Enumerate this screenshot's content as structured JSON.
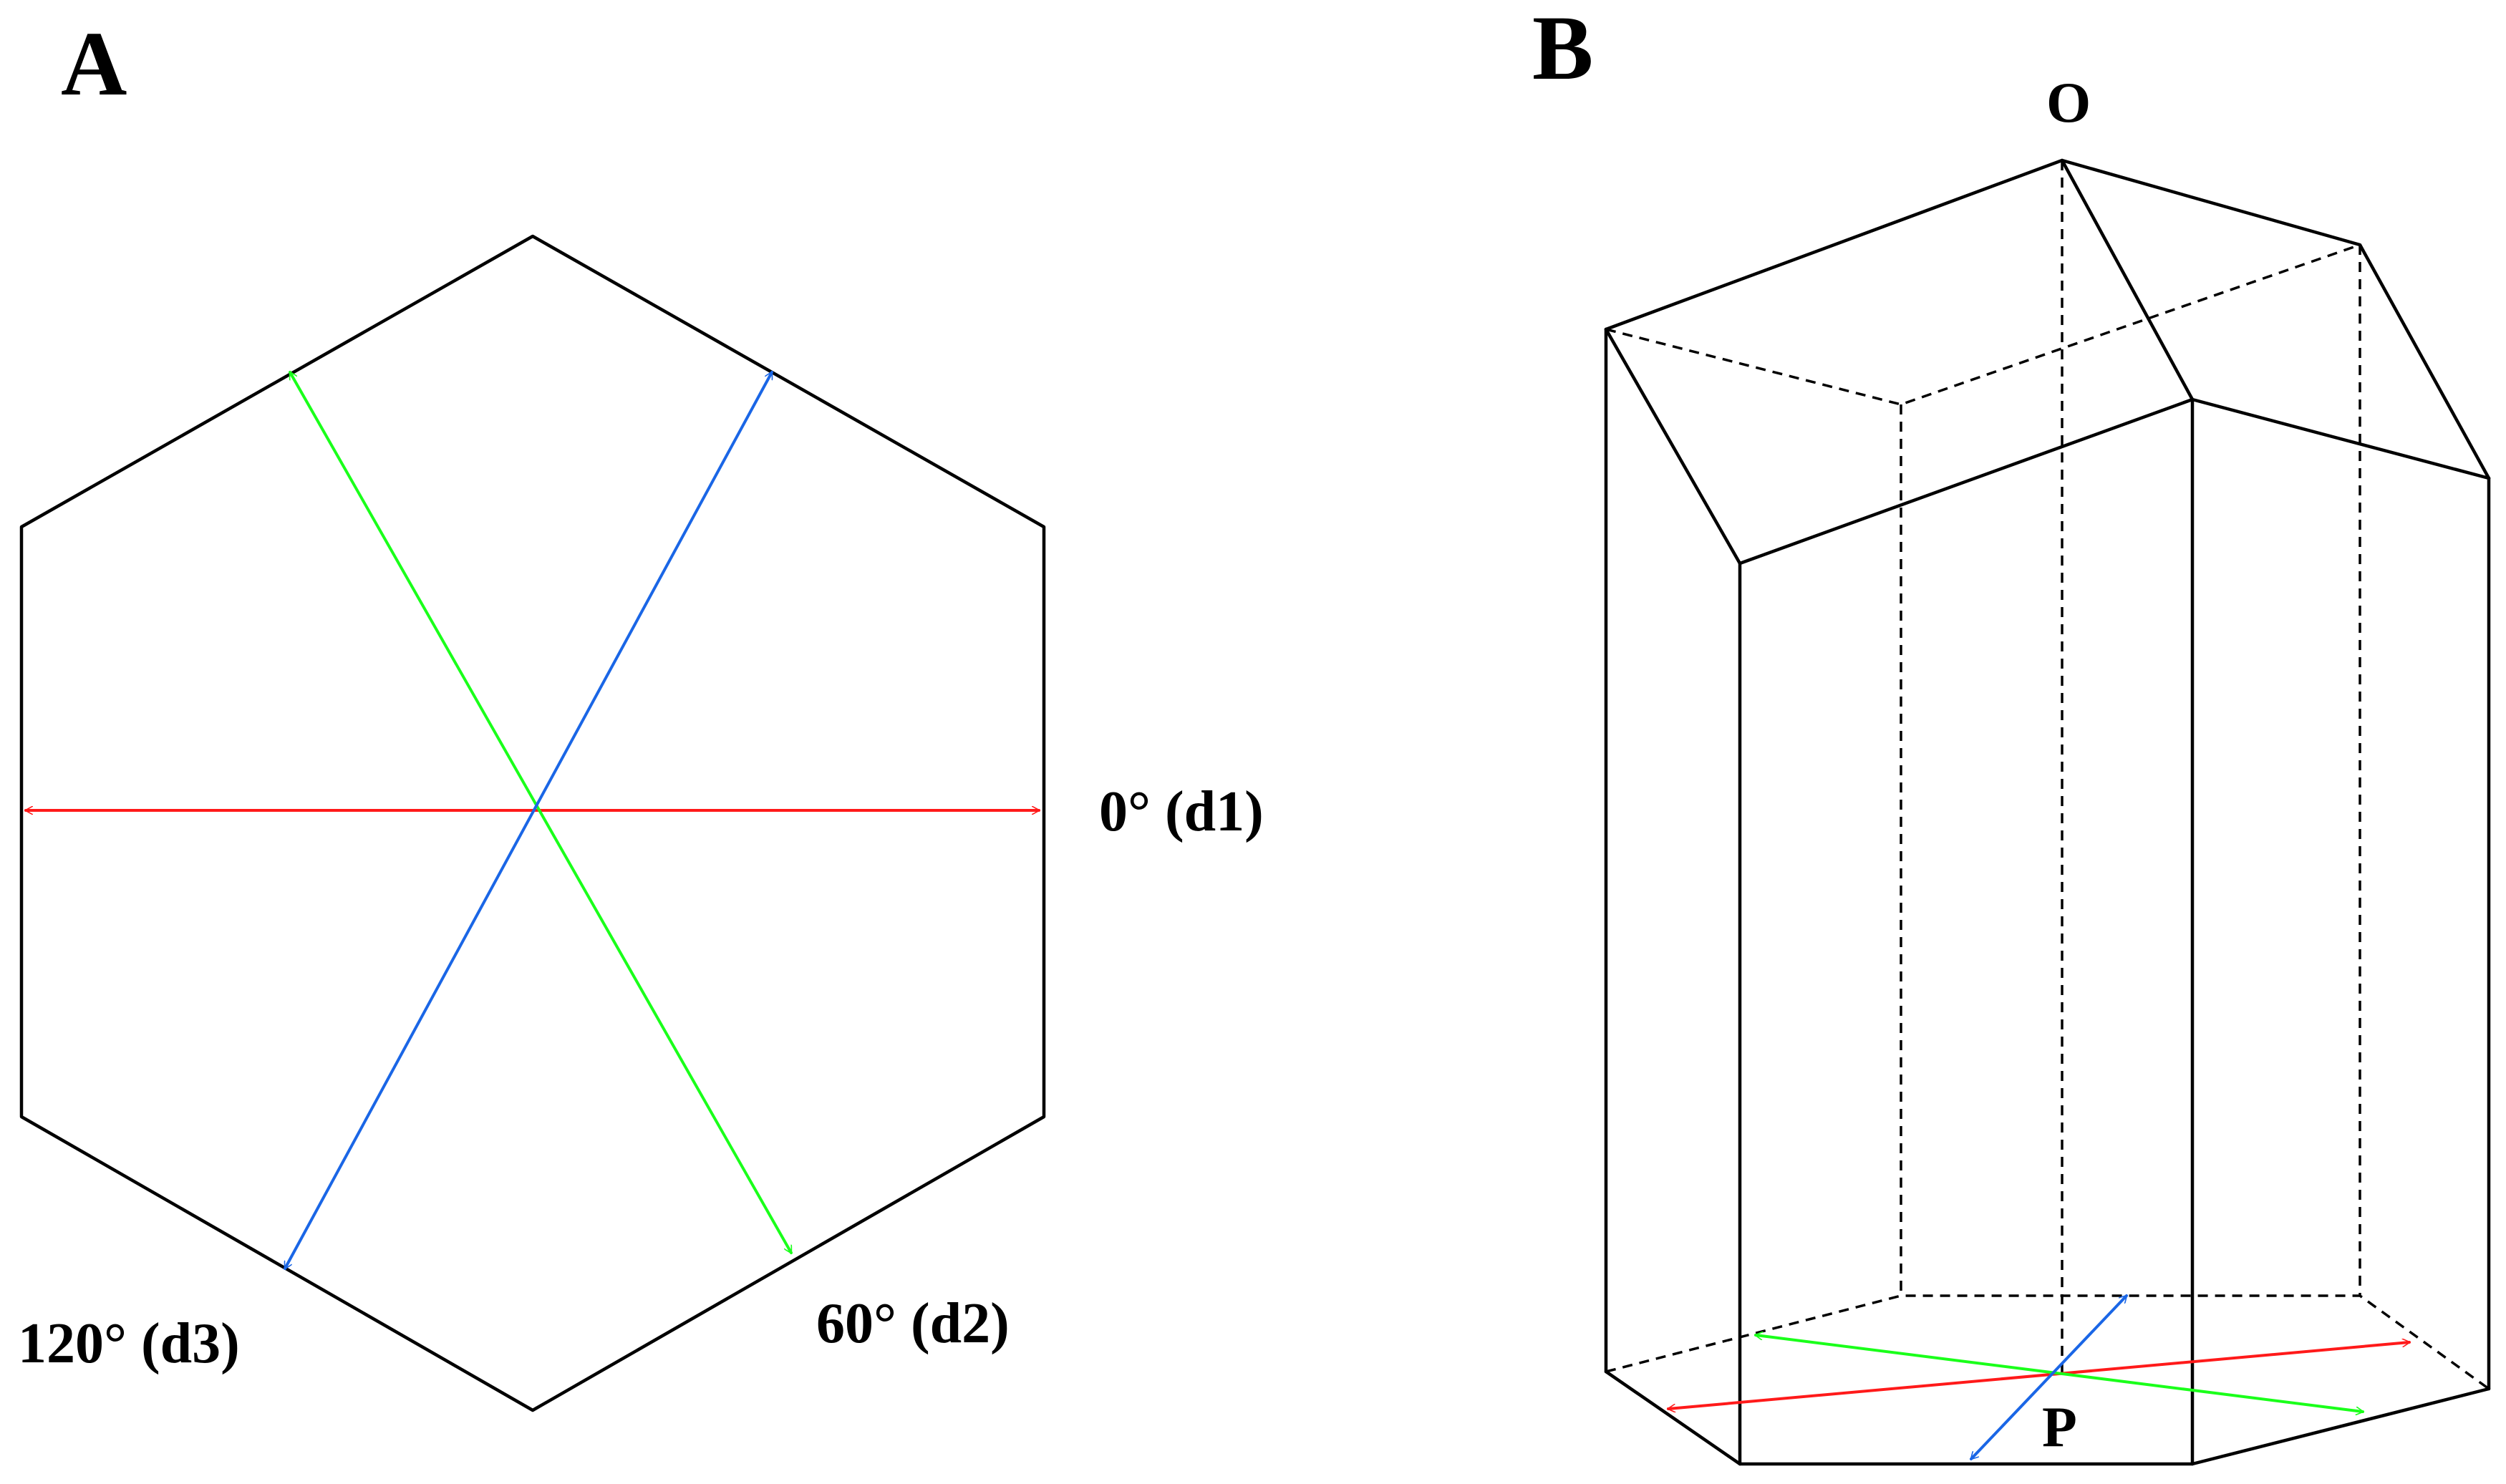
{
  "panels": {
    "a": {
      "letter": "A",
      "labels": {
        "d1": "0° (d1)",
        "d2": "60° (d2)",
        "d3": "120° (d3)"
      }
    },
    "b": {
      "letter": "B",
      "labels": {
        "top": "O",
        "center": "P"
      }
    }
  },
  "colors": {
    "d1": "#ff1a1a",
    "d2": "#1aff1a",
    "d3": "#1a66e6",
    "edges": "#000000"
  }
}
